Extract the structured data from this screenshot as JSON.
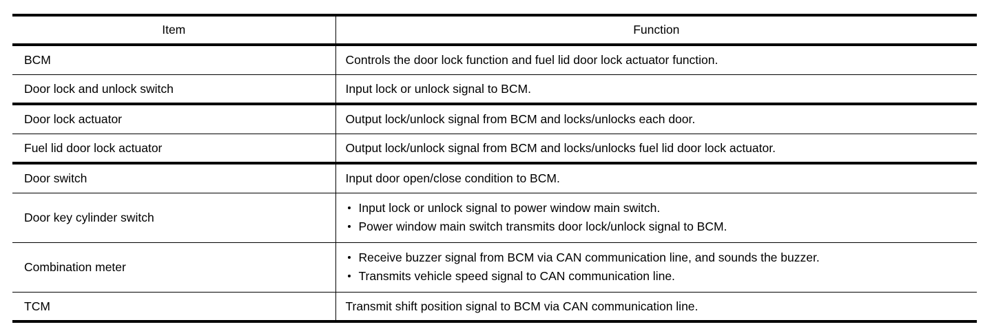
{
  "table": {
    "columns": [
      {
        "key": "item",
        "label": "Item"
      },
      {
        "key": "function",
        "label": "Function"
      }
    ],
    "rows": [
      {
        "item": "BCM",
        "function": "Controls the door lock function and fuel lid door lock actuator function.",
        "bullets": []
      },
      {
        "item": "Door lock and unlock switch",
        "function": "Input lock or unlock signal to BCM.",
        "bullets": []
      },
      {
        "item": "Door lock actuator",
        "function": "Output lock/unlock signal from BCM and locks/unlocks each door.",
        "bullets": []
      },
      {
        "item": "Fuel lid door lock actuator",
        "function": "Output lock/unlock signal from BCM and locks/unlocks fuel lid door lock actuator.",
        "bullets": []
      },
      {
        "item": "Door switch",
        "function": "Input door open/close condition to BCM.",
        "bullets": []
      },
      {
        "item": "Door key cylinder switch",
        "function": "",
        "bullets": [
          "Input lock or unlock signal to power window main switch.",
          "Power window main switch transmits door lock/unlock signal to BCM."
        ]
      },
      {
        "item": "Combination meter",
        "function": "",
        "bullets": [
          "Receive buzzer signal from BCM via CAN communication line, and sounds the buzzer.",
          "Transmits vehicle speed signal to CAN communication line."
        ]
      },
      {
        "item": "TCM",
        "function": "Transmit shift position signal to BCM via CAN communication line.",
        "bullets": []
      }
    ]
  },
  "colors": {
    "rule": "#000000",
    "text": "#000000",
    "background": "#ffffff"
  }
}
